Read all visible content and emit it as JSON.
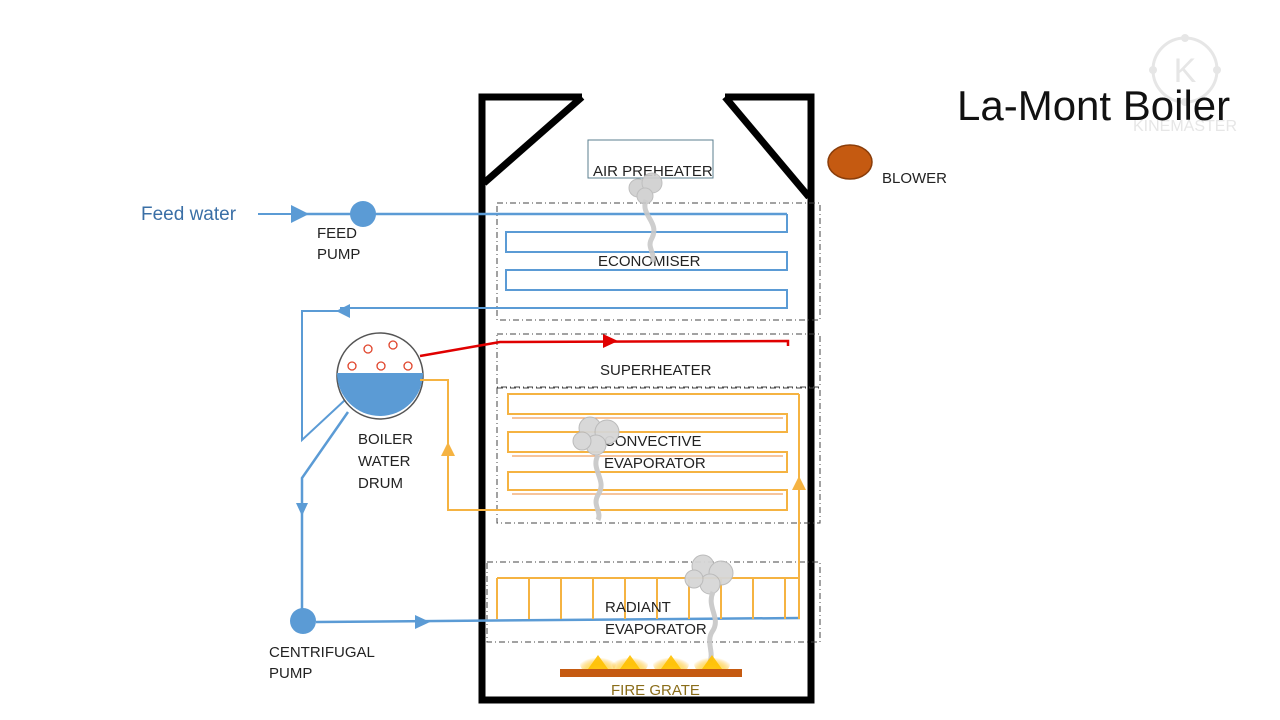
{
  "title": "La-Mont Boiler",
  "watermark": {
    "text": "KINEMASTER",
    "logo_letter": "K"
  },
  "labels": {
    "feed_water": "Feed water",
    "feed_pump": [
      "FEED",
      "PUMP"
    ],
    "air_preheater": "AIR PREHEATER",
    "blower": "BLOWER",
    "economiser": "ECONOMISER",
    "superheater": "SUPERHEATER",
    "convective_evaporator": [
      "CONVECTIVE",
      "EVAPORATOR"
    ],
    "boiler_water_drum": [
      "BOILER",
      "WATER",
      "DRUM"
    ],
    "radiant_evaporator": [
      "RADIANT",
      "EVAPORATOR"
    ],
    "centrifugal_pump": [
      "CENTRIFUGAL",
      "PUMP"
    ],
    "fire_grate": "FIRE GRATE"
  },
  "colors": {
    "water_line": "#5b9bd5",
    "steam_line": "#e00000",
    "evaporator_line": "#f5b342",
    "convective_inner": "#ed8a3a",
    "furnace_wall": "#000000",
    "blower": "#c55a11",
    "drum_water": "#5b9bd5",
    "bubbles": "#e0442b",
    "fire_grate": "#c55a11",
    "flame": "#ffc000",
    "smoke": "#c9c9c9",
    "title_text": "#111111",
    "feed_text": "#3a6fa6"
  }
}
